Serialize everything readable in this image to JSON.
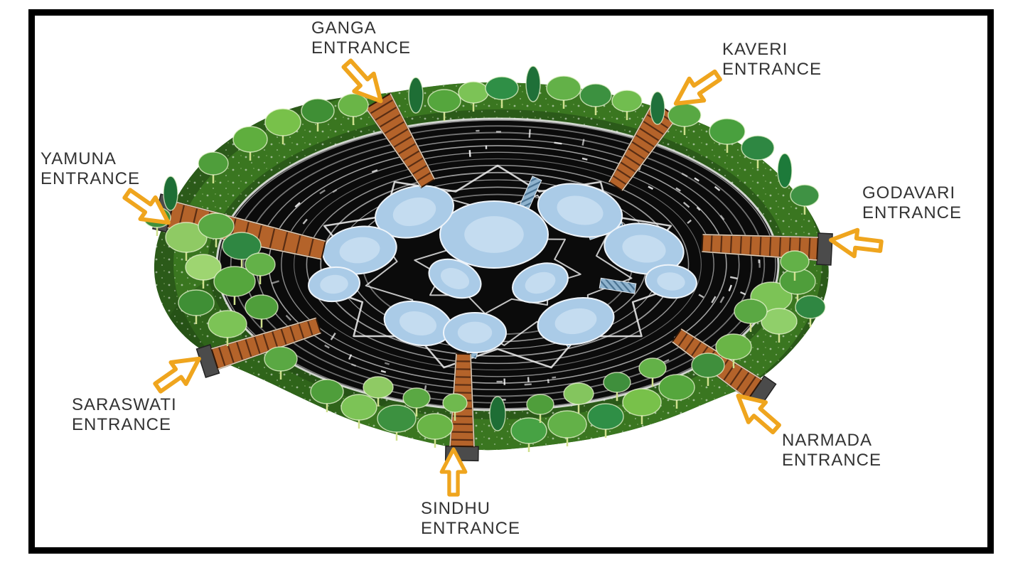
{
  "figure": {
    "kind": "hand-drawn aerial site plan sketch",
    "subject": "circular sunken amphitheatre park with central lotus-shaped water feature, tree-planted berm ring and seven radial entrance ramps"
  },
  "entrances": [
    {
      "id": "ganga",
      "line1": "GANGA",
      "line2": "ENTRANCE",
      "arrow_direction": "down-right"
    },
    {
      "id": "kaveri",
      "line1": "KAVERI",
      "line2": "ENTRANCE",
      "arrow_direction": "down-left"
    },
    {
      "id": "yamuna",
      "line1": "YAMUNA",
      "line2": "ENTRANCE",
      "arrow_direction": "down-right"
    },
    {
      "id": "godavari",
      "line1": "GODAVARI",
      "line2": "ENTRANCE",
      "arrow_direction": "left"
    },
    {
      "id": "saraswati",
      "line1": "SARASWATI",
      "line2": "ENTRANCE",
      "arrow_direction": "up-right"
    },
    {
      "id": "narmada",
      "line1": "NARMADA",
      "line2": "ENTRANCE",
      "arrow_direction": "up-left"
    },
    {
      "id": "sindhu",
      "line1": "SINDHU",
      "line2": "ENTRANCE",
      "arrow_direction": "up"
    }
  ],
  "colors": {
    "arrow_stroke": "#EFA51E",
    "arrow_fill": "#FFFFFF",
    "label_text": "#333333",
    "frame": "#000000",
    "ground_green": "#2B5A19",
    "berm_green": "#3E7D22",
    "amphitheatre_black": "#0B0B0B",
    "ring_line": "#E8E8E8",
    "water_blue": "#AACBE7",
    "water_strip_blue": "#8FB3CE",
    "ramp_orange": "#B4632A",
    "gate_gray": "#4B4B4B"
  }
}
